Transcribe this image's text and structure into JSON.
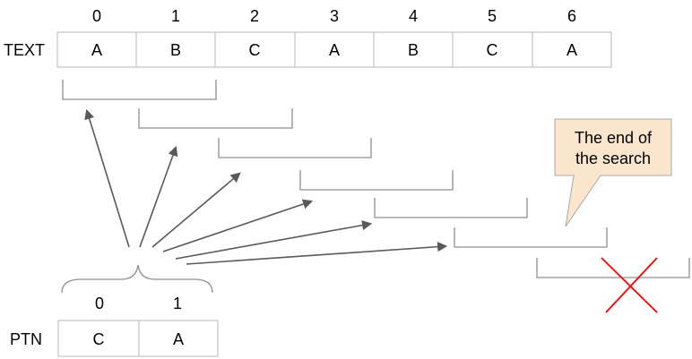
{
  "text_row": {
    "label": "TEXT",
    "indices": [
      "0",
      "1",
      "2",
      "3",
      "4",
      "5",
      "6"
    ],
    "chars": [
      "A",
      "B",
      "C",
      "A",
      "B",
      "C",
      "A"
    ]
  },
  "pattern_row": {
    "label": "PTN",
    "indices": [
      "0",
      "1"
    ],
    "chars": [
      "C",
      "A"
    ]
  },
  "callout": {
    "line1": "The end of",
    "line2": "the search",
    "fill": "#fce5cd"
  },
  "colors": {
    "cross": "#ff0000",
    "arrow": "#595959",
    "bracket": "#8f8f8f",
    "cell_border": "#b7b7b7"
  }
}
